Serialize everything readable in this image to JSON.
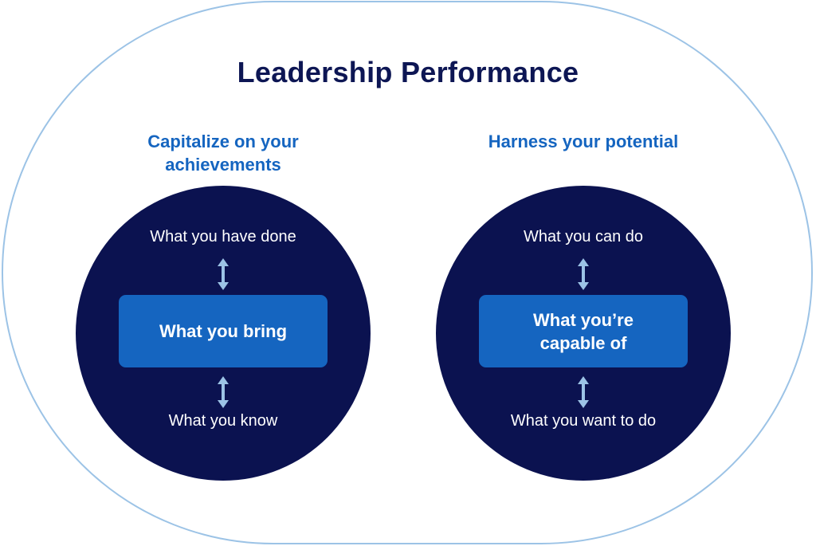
{
  "title": "Leadership Performance",
  "colors": {
    "title": "#0d1654",
    "accent": "#1565c0",
    "circle": "#0b1250",
    "arrow": "#9cc3e6",
    "outline": "#9cc3e6"
  },
  "icons": {
    "arrow": "double-headed-vertical-arrow-icon"
  },
  "left": {
    "heading": "Capitalize on your achievements",
    "top": "What you have done",
    "center": "What you bring",
    "bottom": "What you know"
  },
  "right": {
    "heading": "Harness your potential",
    "top": "What you can do",
    "center": "What you’re capable of",
    "bottom": "What you want to do"
  }
}
